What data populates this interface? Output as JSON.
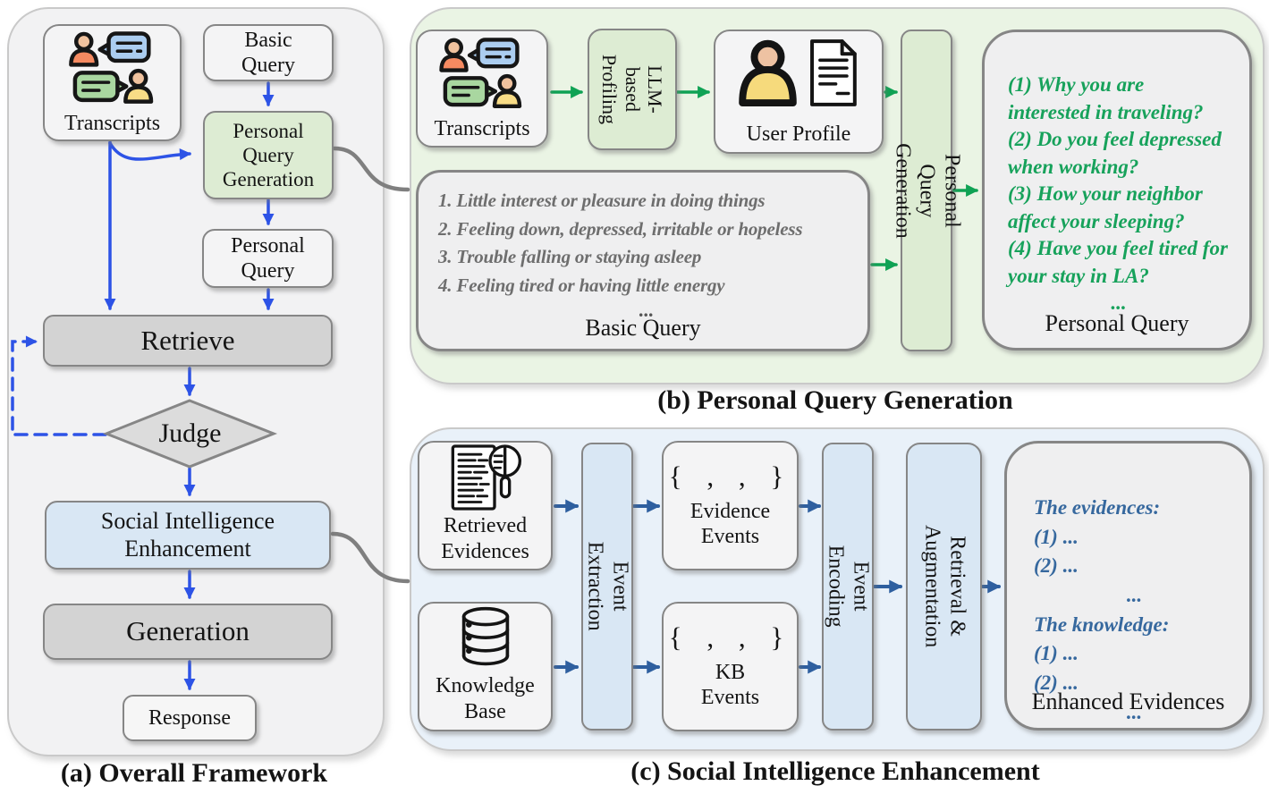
{
  "colors": {
    "panel_a_bg": "#f2f2f3",
    "panel_b_bg": "#eaf4e4",
    "panel_c_bg": "#e9f1f9",
    "green_box": "#ddecd3",
    "blue_box": "#d9e7f4",
    "gray_box": "#d3d3d3",
    "arrow_blue": "#2d53e6",
    "arrow_green": "#0fa254",
    "arrow_steel": "#2e5f9f",
    "question_text_green": "#17a25b",
    "evidence_text_blue": "#36689e",
    "list_text_gray": "#6e6e6e"
  },
  "panel_a": {
    "caption": "(a) Overall Framework",
    "transcripts_label": "Transcripts",
    "basic_query_label": "Basic\nQuery",
    "pqg_label": "Personal\nQuery\nGeneration",
    "personal_query_label": "Personal\nQuery",
    "retrieve_label": "Retrieve",
    "judge_label": "Judge",
    "sie_label": "Social Intelligence\nEnhancement",
    "generation_label": "Generation",
    "response_label": "Response"
  },
  "panel_b": {
    "caption": "(b) Personal Query Generation",
    "transcripts_label": "Transcripts",
    "llm_profiling_label": "LLM-\nbased\nProfiling",
    "user_profile_label": "User Profile",
    "pqg_vertical_label": "Personal Query Generation",
    "basic_query": {
      "items": [
        "1. Little interest or pleasure in doing things",
        "2. Feeling down, depressed, irritable or hopeless",
        "3. Trouble falling or staying asleep",
        "4. Feeling tired or having little energy"
      ],
      "ellipsis": "...",
      "label": "Basic Query"
    },
    "personal_query": {
      "questions": [
        "(1) Why you are interested in traveling?",
        "(2) Do you feel depressed when working?",
        "(3) How your neighbor affect your sleeping?",
        "(4) Have you feel tired for your stay in LA?"
      ],
      "ellipsis": "...",
      "label": "Personal Query"
    }
  },
  "panel_c": {
    "caption": "(c) Social Intelligence Enhancement",
    "retrieved_evidences_label": "Retrieved\nEvidences",
    "knowledge_base_label": "Knowledge\nBase",
    "event_extraction_label": "Event Extraction",
    "evidence_events": {
      "symbol": "{ , , }",
      "label": "Evidence\nEvents"
    },
    "kb_events": {
      "symbol": "{ , , }",
      "label": "KB\nEvents"
    },
    "event_encoding_label": "Event Encoding",
    "retrieval_augmentation_label": "Retrieval &\nAugmentation",
    "enhanced_evidences": {
      "lines": [
        "The evidences:",
        "(1) ...",
        "(2) ...",
        "...",
        "The knowledge:",
        "(1) ...",
        "(2) ...",
        "..."
      ],
      "label": "Enhanced Evidences"
    }
  }
}
